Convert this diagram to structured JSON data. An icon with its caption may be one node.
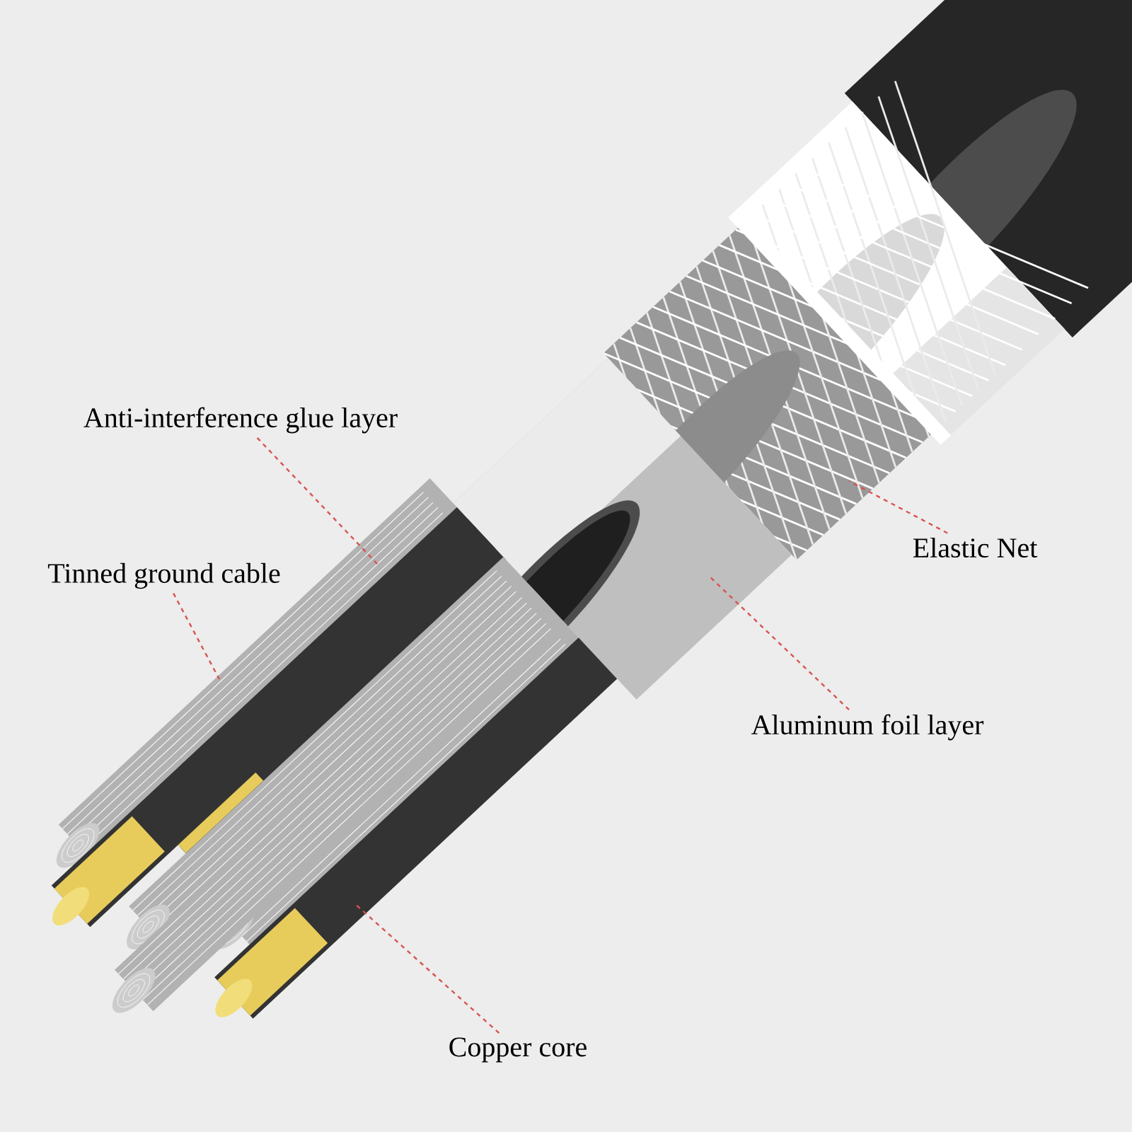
{
  "diagram": {
    "nodes": [
      {
        "text": [
          "Anti-interference glue layer"
        ]
      },
      {
        "text": [
          "Tinned ground cable"
        ]
      },
      {
        "text": [
          "Elastic Net"
        ]
      },
      {
        "text": [
          "Aluminum foil layer"
        ]
      },
      {
        "text": [
          "Copper core"
        ]
      }
    ],
    "edges": [
      {
        "from": 0,
        "to": null,
        "arrow": "none"
      },
      {
        "from": 1,
        "to": null,
        "arrow": "none"
      },
      {
        "from": 2,
        "to": null,
        "arrow": "none"
      },
      {
        "from": 3,
        "to": null,
        "arrow": "none"
      },
      {
        "from": 4,
        "to": null,
        "arrow": "none"
      }
    ]
  }
}
